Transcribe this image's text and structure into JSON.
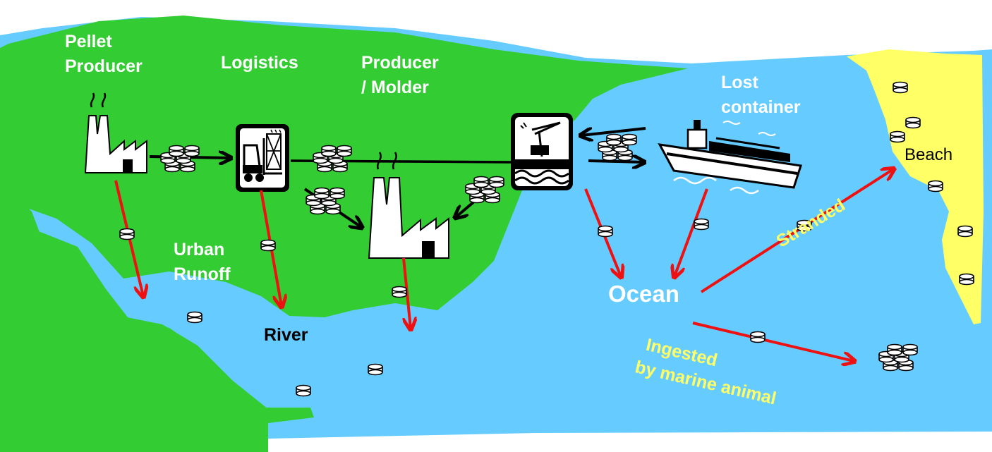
{
  "colors": {
    "land": "#33cc33",
    "water": "#66ccff",
    "beach": "#ffff66",
    "arrow_red": "#ee1111",
    "arrow_black": "#000000",
    "label_white": "#ffffff",
    "label_yellow": "#ffff66"
  },
  "labels": {
    "pellet_producer_line1": "Pellet",
    "pellet_producer_line2": "Producer",
    "logistics": "Logistics",
    "producer_molder_line1": "Producer",
    "producer_molder_line2": "/ Molder",
    "lost_container_line1": "Lost",
    "lost_container_line2": "container",
    "urban_runoff_line1": "Urban",
    "urban_runoff_line2": "Runoff",
    "river": "River",
    "ocean": "Ocean",
    "beach": "Beach",
    "stranded": "Stranded",
    "ingested_line1": "Ingested",
    "ingested_line2": "by marine animal"
  },
  "icons": {
    "pellet_factory": "factory-icon",
    "logistics": "forklift-icon",
    "molder_factory": "factory-icon",
    "port": "port-crane-icon",
    "ship": "container-ship-icon",
    "pellet": "pellet-icon"
  }
}
